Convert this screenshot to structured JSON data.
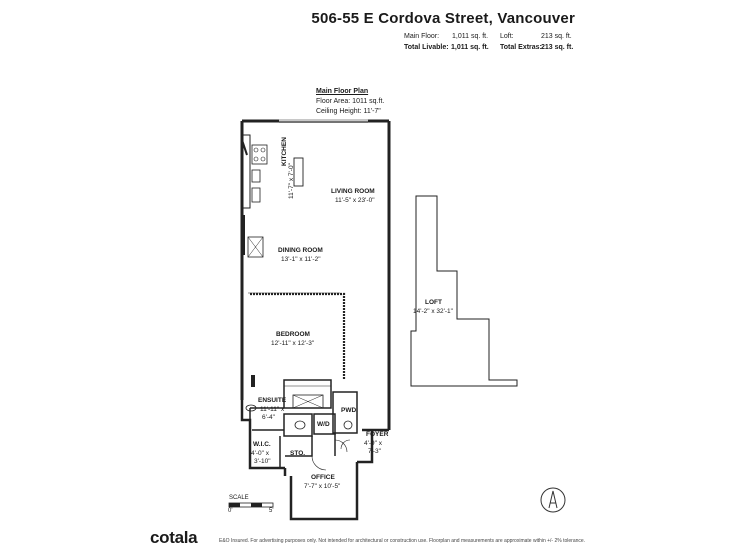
{
  "header": {
    "title": "506-55 E Cordova Street, Vancouver",
    "main_floor_label": "Main Floor:",
    "main_floor_value": "1,011 sq. ft.",
    "loft_label": "Loft:",
    "loft_value": "213 sq. ft.",
    "total_livable_label": "Total Livable:",
    "total_livable_value": "1,011 sq. ft.",
    "total_extras_label": "Total Extras:",
    "total_extras_value": "213 sq. ft."
  },
  "plan": {
    "heading": "Main Floor Plan",
    "floor_area": "Floor Area: 1011 sq.ft.",
    "ceiling_height": "Ceiling Height: 11'-7\""
  },
  "rooms": {
    "kitchen": {
      "name": "KITCHEN",
      "dims": "11'-7\" x 7'-0\""
    },
    "living": {
      "name": "LIVING ROOM",
      "dims": "11'-5\" x 23'-0\""
    },
    "dining": {
      "name": "DINING ROOM",
      "dims": "13'-1\" x 11'-2\""
    },
    "bedroom": {
      "name": "BEDROOM",
      "dims": "12'-11\" x 12'-3\""
    },
    "ensuite": {
      "name": "ENSUITE",
      "dims_1": "11'-11\" x",
      "dims_2": "6'-4\""
    },
    "wic": {
      "name": "W.I.C.",
      "dims_1": "4'-0\" x",
      "dims_2": "3'-10\""
    },
    "sto": {
      "name": "STO."
    },
    "wd": {
      "name": "W/D"
    },
    "pwd": {
      "name": "PWD."
    },
    "foyer": {
      "name": "FOYER",
      "dims_1": "4'-9\" x",
      "dims_2": "7'-3\""
    },
    "office": {
      "name": "OFFICE",
      "dims": "7'-7\" x 10'-5\""
    },
    "loft": {
      "name": "LOFT",
      "dims": "14'-2\" x 32'-1\""
    }
  },
  "scale": {
    "label": "SCALE",
    "zero": "0'",
    "five": "5'"
  },
  "footer": {
    "logo": "cotala",
    "note": "E&O Insured. For advertising purposes only. Not intended for architectural or construction use. Floorplan and measurements are approximate within +/- 2% tolerance."
  }
}
